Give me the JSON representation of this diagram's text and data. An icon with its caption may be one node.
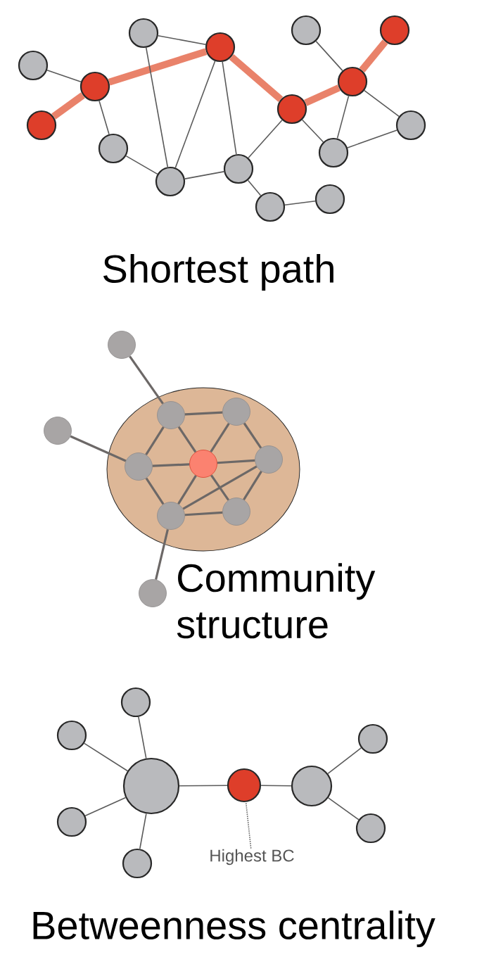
{
  "diagram": {
    "nodes": [
      {
        "text": [],
        "shape": "circle"
      },
      {
        "text": [],
        "shape": "circle"
      },
      {
        "text": [],
        "shape": "circle"
      },
      {
        "text": [],
        "shape": "circle"
      },
      {
        "text": [],
        "shape": "circle"
      },
      {
        "text": [],
        "shape": "circle"
      },
      {
        "text": [],
        "shape": "circle"
      },
      {
        "text": [],
        "shape": "circle"
      },
      {
        "text": [],
        "shape": "circle"
      },
      {
        "text": [],
        "shape": "circle"
      },
      {
        "text": [],
        "shape": "circle"
      },
      {
        "text": [],
        "shape": "circle"
      },
      {
        "text": [],
        "shape": "circle"
      },
      {
        "text": [],
        "shape": "circle"
      },
      {
        "text": [],
        "shape": "circle"
      },
      {
        "text": [],
        "shape": "circle"
      },
      {
        "text": [],
        "shape": "ellipse"
      },
      {
        "text": [],
        "shape": "circle"
      },
      {
        "text": [],
        "shape": "circle"
      },
      {
        "text": [],
        "shape": "circle",
        "in": 16
      },
      {
        "text": [],
        "shape": "circle",
        "in": 16
      },
      {
        "text": [],
        "shape": "circle",
        "in": 16
      },
      {
        "text": [],
        "shape": "circle",
        "in": 16
      },
      {
        "text": [],
        "shape": "circle",
        "in": 16
      },
      {
        "text": [],
        "shape": "circle",
        "in": 16
      },
      {
        "text": [],
        "shape": "circle",
        "in": 16
      },
      {
        "text": [],
        "shape": "circle"
      },
      {
        "text": [
          "Highest BC"
        ]
      },
      {
        "text": [],
        "shape": "circle"
      },
      {
        "text": [],
        "shape": "circle"
      },
      {
        "text": [],
        "shape": "circle"
      },
      {
        "text": [],
        "shape": "circle"
      },
      {
        "text": [],
        "shape": "circle"
      },
      {
        "text": [],
        "shape": "circle"
      },
      {
        "text": [],
        "shape": "circle"
      },
      {
        "text": [],
        "shape": "circle"
      },
      {
        "text": [],
        "shape": "circle"
      }
    ],
    "edges": [
      {
        "from": 0,
        "to": 2,
        "arrow": "none"
      },
      {
        "from": 1,
        "to": 2,
        "arrow": "none",
        "style": "thick",
        "color": "#e9826a"
      },
      {
        "from": 2,
        "to": 4,
        "arrow": "none",
        "style": "thick",
        "color": "#e9826a"
      },
      {
        "from": 2,
        "to": 5,
        "arrow": "none"
      },
      {
        "from": 3,
        "to": 4,
        "arrow": "none"
      },
      {
        "from": 3,
        "to": 6,
        "arrow": "none"
      },
      {
        "from": 4,
        "to": 6,
        "arrow": "none"
      },
      {
        "from": 4,
        "to": 7,
        "arrow": "none"
      },
      {
        "from": 4,
        "to": 8,
        "arrow": "none",
        "style": "thick",
        "color": "#e9826a"
      },
      {
        "from": 5,
        "to": 6,
        "arrow": "none"
      },
      {
        "from": 6,
        "to": 7,
        "arrow": "none"
      },
      {
        "from": 7,
        "to": 8,
        "arrow": "none"
      },
      {
        "from": 7,
        "to": 14,
        "arrow": "none"
      },
      {
        "from": 14,
        "to": 15,
        "arrow": "none"
      },
      {
        "from": 8,
        "to": 10,
        "arrow": "none",
        "style": "thick",
        "color": "#e9826a"
      },
      {
        "from": 8,
        "to": 13,
        "arrow": "none"
      },
      {
        "from": 9,
        "to": 10,
        "arrow": "none"
      },
      {
        "from": 10,
        "to": 11,
        "arrow": "none",
        "style": "thick",
        "color": "#e9826a"
      },
      {
        "from": 10,
        "to": 13,
        "arrow": "none"
      },
      {
        "from": 10,
        "to": 12,
        "arrow": "none"
      },
      {
        "from": 13,
        "to": 12,
        "arrow": "none"
      },
      {
        "from": 17,
        "to": 19,
        "arrow": "none"
      },
      {
        "from": 18,
        "to": 21,
        "arrow": "none"
      },
      {
        "from": 19,
        "to": 20,
        "arrow": "none"
      },
      {
        "from": 19,
        "to": 21,
        "arrow": "none"
      },
      {
        "from": 19,
        "to": 22,
        "arrow": "none"
      },
      {
        "from": 20,
        "to": 22,
        "arrow": "none"
      },
      {
        "from": 20,
        "to": 23,
        "arrow": "none"
      },
      {
        "from": 21,
        "to": 22,
        "arrow": "none"
      },
      {
        "from": 21,
        "to": 24,
        "arrow": "none"
      },
      {
        "from": 22,
        "to": 23,
        "arrow": "none"
      },
      {
        "from": 22,
        "to": 24,
        "arrow": "none"
      },
      {
        "from": 22,
        "to": 25,
        "arrow": "none"
      },
      {
        "from": 23,
        "to": 25,
        "arrow": "none"
      },
      {
        "from": 23,
        "to": 24,
        "arrow": "none"
      },
      {
        "from": 24,
        "to": 25,
        "arrow": "none"
      },
      {
        "from": 26,
        "to": 24,
        "arrow": "none"
      },
      {
        "from": 27,
        "to": 33,
        "arrow": "none",
        "style": "dashed"
      },
      {
        "from": 28,
        "to": 30,
        "arrow": "none"
      },
      {
        "from": 29,
        "to": 30,
        "arrow": "none"
      },
      {
        "from": 31,
        "to": 30,
        "arrow": "none"
      },
      {
        "from": 32,
        "to": 30,
        "arrow": "none"
      },
      {
        "from": 30,
        "to": 33,
        "arrow": "none"
      },
      {
        "from": 33,
        "to": 34,
        "arrow": "none"
      },
      {
        "from": 34,
        "to": 35,
        "arrow": "none"
      },
      {
        "from": 34,
        "to": 36,
        "arrow": "none"
      }
    ],
    "labels": [
      "Shortest path",
      "Community structure",
      "Betweenness centrality"
    ]
  }
}
